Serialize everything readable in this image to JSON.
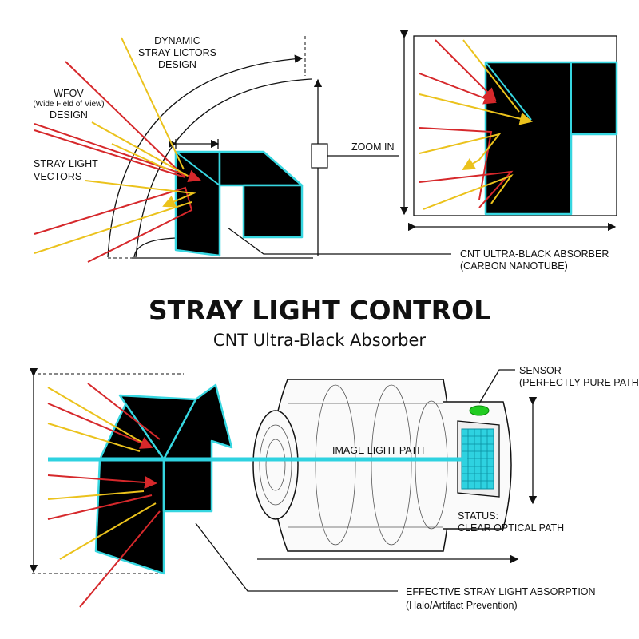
{
  "title": "STRAY LIGHT CONTROL",
  "subtitle": "CNT Ultra-Black Absorber",
  "top_diagram": {
    "label_dynamic": [
      "DYNAMIC",
      "STRAY LICTORS",
      "DESIGN"
    ],
    "label_wfov": [
      "WFOV",
      "(Wide Field of View)",
      "DESIGN"
    ],
    "label_vectors": [
      "STRAY LIGHT",
      "VECTORS"
    ],
    "label_zoom": "ZOOM IN",
    "label_absorber": [
      "CNT ULTRA-BLACK ABSORBER",
      "(CARBON NANOTUBE)"
    ]
  },
  "bottom_diagram": {
    "label_image_path": "IMAGE LIGHT PATH",
    "label_sensor": [
      "SENSOR",
      "(PERFECTLY PURE PATH)"
    ],
    "label_status": [
      "STATUS:",
      "CLEAR OPTICAL PATH"
    ],
    "label_absorption": [
      "EFFECTIVE STRAY LIGHT ABSORPTION",
      "(Halo/Artifact Prevention)"
    ]
  },
  "colors": {
    "stray_red": "#d6282b",
    "stray_yellow": "#ebc21c",
    "cnt_outline": "#36d6e0",
    "sensor_led": "#22cc22"
  }
}
